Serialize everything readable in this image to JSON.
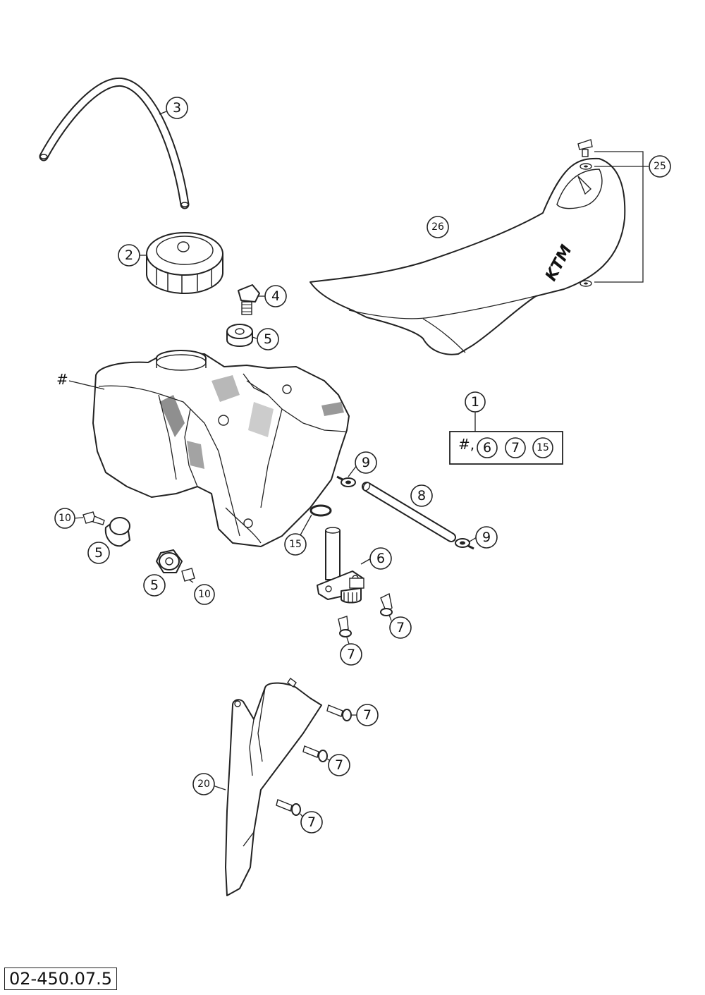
{
  "diagram_id": "02-450.07.5",
  "tank_marker": "#",
  "kit": {
    "label": "1",
    "contents_prefix": "#,",
    "contents": [
      "6",
      "7",
      "15"
    ]
  },
  "callouts": {
    "c2": "2",
    "c3": "3",
    "c4": "4",
    "c5a": "5",
    "c5b": "5",
    "c5c": "5",
    "c6": "6",
    "c7a": "7",
    "c7b": "7",
    "c7c": "7",
    "c7d": "7",
    "c7e": "7",
    "c8": "8",
    "c9a": "9",
    "c9b": "9",
    "c10a": "10",
    "c10b": "10",
    "c15": "15",
    "c20": "20",
    "c25": "25",
    "c26": "26"
  },
  "seat_logo": "KTM"
}
